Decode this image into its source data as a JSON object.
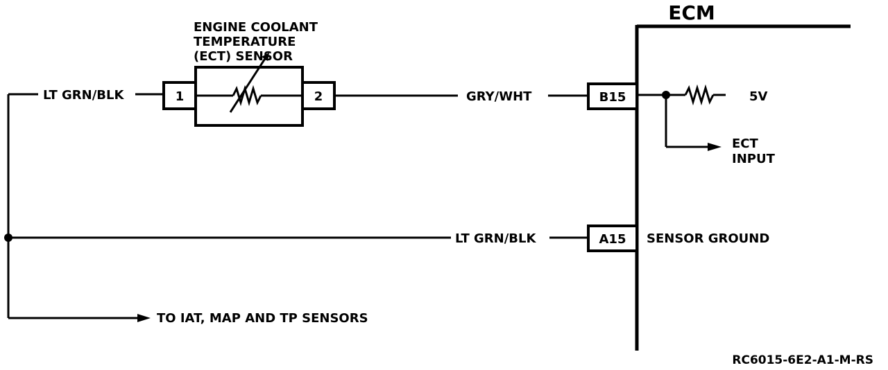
{
  "ecm": {
    "title": "ECM",
    "pins": {
      "b15": "B15",
      "a15": "A15"
    },
    "supply_label": "5V",
    "ect_input": [
      "ECT",
      "INPUT"
    ],
    "sensor_ground": "SENSOR GROUND"
  },
  "sensor": {
    "title_lines": [
      "ENGINE COOLANT",
      "TEMPERATURE",
      "(ECT) SENSOR"
    ],
    "pin1": "1",
    "pin2": "2"
  },
  "wires": {
    "top_left": "LT GRN/BLK",
    "signal": "GRY/WHT",
    "ground": "LT GRN/BLK",
    "to_sensors": "TO IAT, MAP AND TP SENSORS"
  },
  "reference": "RC6015-6E2-A1-M-RS"
}
